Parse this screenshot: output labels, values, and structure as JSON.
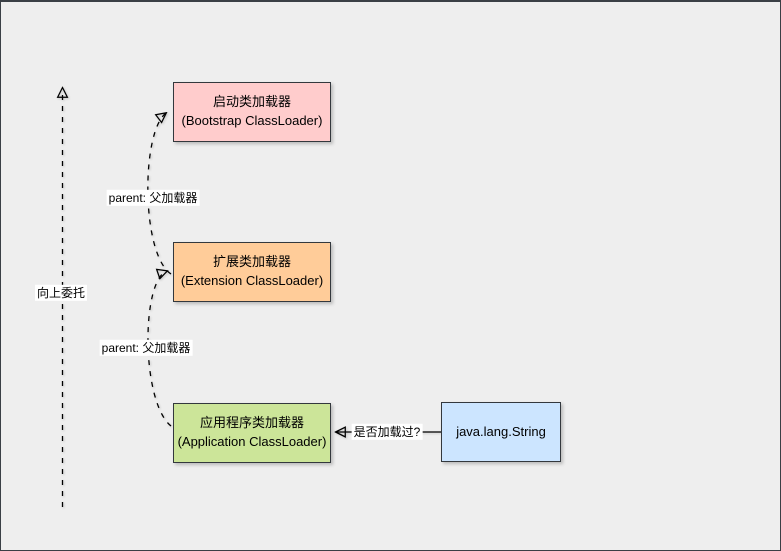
{
  "diagram": {
    "background_color": "#eeeeee",
    "frame_border_color": "#3a3f45",
    "node_border_color": "#33383d",
    "edge_color": "#000000",
    "boxes": [
      {
        "name": "bootstrap-classloader",
        "title": "启动类加载器",
        "subtitle": "(Bootstrap ClassLoader)",
        "fill": "#ffcccc"
      },
      {
        "name": "extension-classloader",
        "title": "扩展类加载器",
        "subtitle": "(Extension ClassLoader)",
        "fill": "#ffcc99"
      },
      {
        "name": "application-classloader",
        "title": "应用程序类加载器",
        "subtitle": "(Application ClassLoader)",
        "fill": "#cce599"
      },
      {
        "name": "class-node",
        "title": "java.lang.String",
        "subtitle": "",
        "fill": "#cce5ff"
      }
    ],
    "labels": {
      "upward_delegation": "向上委托",
      "parent_upper": "parent: 父加载器",
      "parent_lower": "parent: 父加载器",
      "load_check": "是否加载过?"
    }
  }
}
